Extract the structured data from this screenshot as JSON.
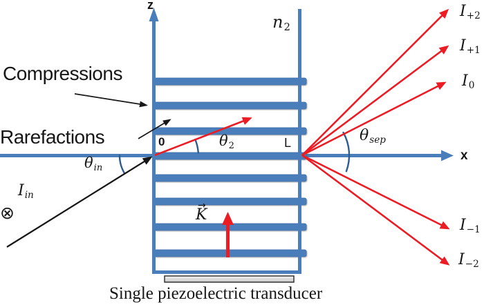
{
  "colors": {
    "axis-blue": "#4a7ebb",
    "arc-blue": "#2d5c8f",
    "beam-red": "#ec1c24",
    "ink": "#171717",
    "transducer-gray": "#d9d9d9"
  },
  "axes": {
    "z_label": "z",
    "x_label": "x",
    "origin_label": "0",
    "length_label": "L"
  },
  "medium": {
    "refractive_index": {
      "base": "n",
      "sub": "2"
    }
  },
  "acoustic": {
    "compressions": "Compressions",
    "rarefactions": "Rarefactions",
    "wave_vector": {
      "base": "K",
      "accent": "→"
    }
  },
  "angles": {
    "internal": {
      "base": "θ",
      "sub": "2"
    },
    "incident": {
      "base": "θ",
      "sub": "in"
    },
    "separation": {
      "base": "θ",
      "sub": "sep"
    }
  },
  "incident_beam": {
    "label": {
      "base": "I",
      "sub": "in"
    },
    "into_page_symbol": "⊗"
  },
  "diffraction_orders": [
    {
      "base": "I",
      "sub": "+2"
    },
    {
      "base": "I",
      "sub": "+1"
    },
    {
      "base": "I",
      "sub": "0"
    },
    {
      "base": "I",
      "sub": "−1"
    },
    {
      "base": "I",
      "sub": "−2"
    }
  ],
  "caption": "Single piezoelectric transducer"
}
